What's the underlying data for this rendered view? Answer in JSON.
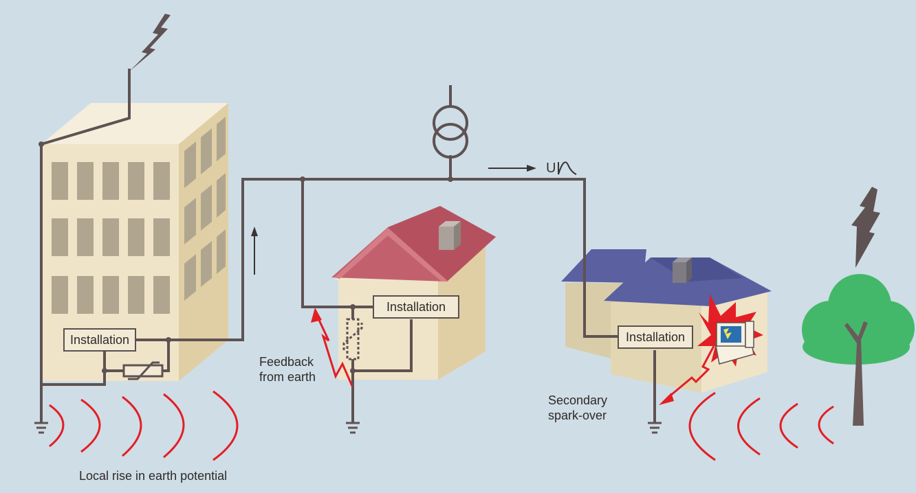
{
  "labels": {
    "installation_left": "Installation",
    "installation_middle": "Installation",
    "installation_right": "Installation",
    "feedback_line1": "Feedback",
    "feedback_line2": "from earth",
    "spark_line1": "Secondary",
    "spark_line2": "spark-over",
    "earth_potential": "Local rise in earth potential",
    "voltage_symbol": "U"
  },
  "colors": {
    "background": "#cfdde6",
    "wire": "#5e5252",
    "surge": "#e31e24",
    "building_front": "#efe4c8",
    "building_side": "#e0cfa4",
    "red_roof": "#c2616d",
    "blue_roof": "#5a60a0",
    "tree": "#44b86a",
    "trunk": "#6b5a5a"
  },
  "icons": [
    "lightning-bolt-icon",
    "transformer-icon",
    "varistor-icon",
    "earth-ground-icon",
    "computer-icon",
    "tree-icon",
    "arrow-icon"
  ]
}
